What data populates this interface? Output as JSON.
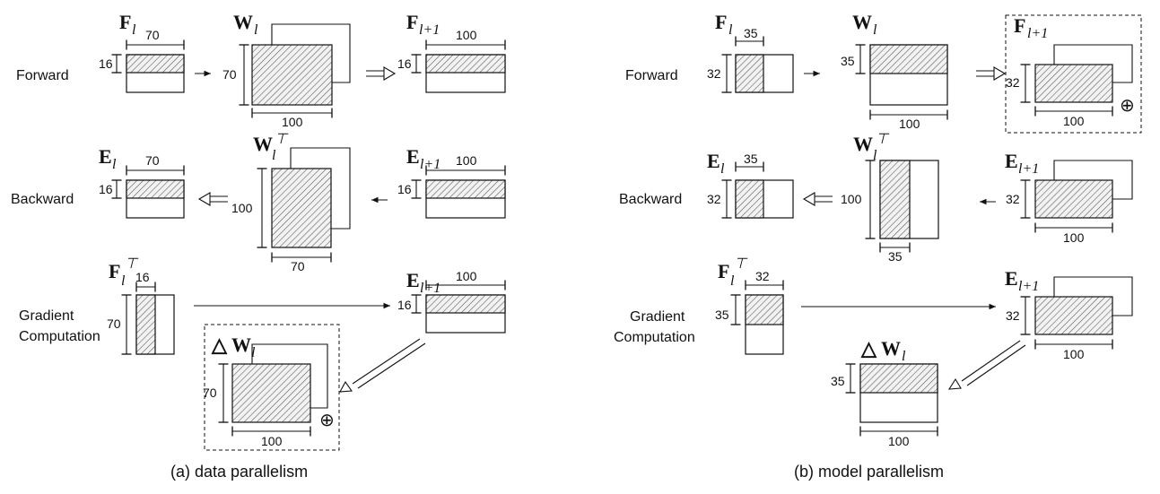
{
  "panel_a": {
    "caption": "(a) data parallelism",
    "forward_label": "Forward",
    "backward_label": "Backward",
    "gradient_label_1": "Gradient",
    "gradient_label_2": "Computation",
    "F_l": {
      "base": "F",
      "sub": "l"
    },
    "W_l": {
      "base": "W",
      "sub": "l"
    },
    "F_l1": {
      "base": "F",
      "sub": "l+1"
    },
    "E_l": {
      "base": "E",
      "sub": "l"
    },
    "W_lT": {
      "base": "W",
      "sub": "l",
      "sup": "⊤"
    },
    "E_l1": {
      "base": "E",
      "sub": "l+1"
    },
    "F_lT": {
      "base": "F",
      "sub": "l",
      "sup": "⊤"
    },
    "E_l1_grad": {
      "base": "E",
      "sub": "l+1"
    },
    "dW_l": {
      "base": "W",
      "sub": "l",
      "prefix": "△"
    },
    "dims": {
      "fl_w": "70",
      "fl_h": "16",
      "wl_h": "70",
      "wl_w": "100",
      "fl1_w": "100",
      "fl1_h": "16",
      "el_w": "70",
      "el_h": "16",
      "wlt_h": "100",
      "wlt_w": "70",
      "el1_w": "100",
      "el1_h": "16",
      "flt_w": "16",
      "flt_h": "70",
      "el1g_w": "100",
      "el1g_h": "16",
      "dw_h": "70",
      "dw_w": "100"
    },
    "oplus": "⊕"
  },
  "panel_b": {
    "caption": "(b) model parallelism",
    "forward_label": "Forward",
    "backward_label": "Backward",
    "gradient_label_1": "Gradient",
    "gradient_label_2": "Computation",
    "F_l": {
      "base": "F",
      "sub": "l"
    },
    "W_l": {
      "base": "W",
      "sub": "l"
    },
    "F_l1": {
      "base": "F",
      "sub": "l+1"
    },
    "E_l": {
      "base": "E",
      "sub": "l"
    },
    "W_lT": {
      "base": "W",
      "sub": "l",
      "sup": "⊤"
    },
    "E_l1": {
      "base": "E",
      "sub": "l+1"
    },
    "F_lT": {
      "base": "F",
      "sub": "l",
      "sup": "⊤"
    },
    "E_l1_grad": {
      "base": "E",
      "sub": "l+1"
    },
    "dW_l": {
      "base": "W",
      "sub": "l",
      "prefix": "△"
    },
    "dims": {
      "fl_w": "35",
      "fl_h": "32",
      "wl_h": "35",
      "wl_w": "100",
      "fl1_h": "32",
      "fl1_w": "100",
      "el_w": "35",
      "el_h": "32",
      "wlt_h": "100",
      "wlt_w": "35",
      "el1_h": "32",
      "el1_w": "100",
      "flt_w": "32",
      "flt_h": "35",
      "el1g_h": "32",
      "el1g_w": "100",
      "dw_h": "35",
      "dw_w": "100"
    },
    "oplus": "⊕"
  }
}
